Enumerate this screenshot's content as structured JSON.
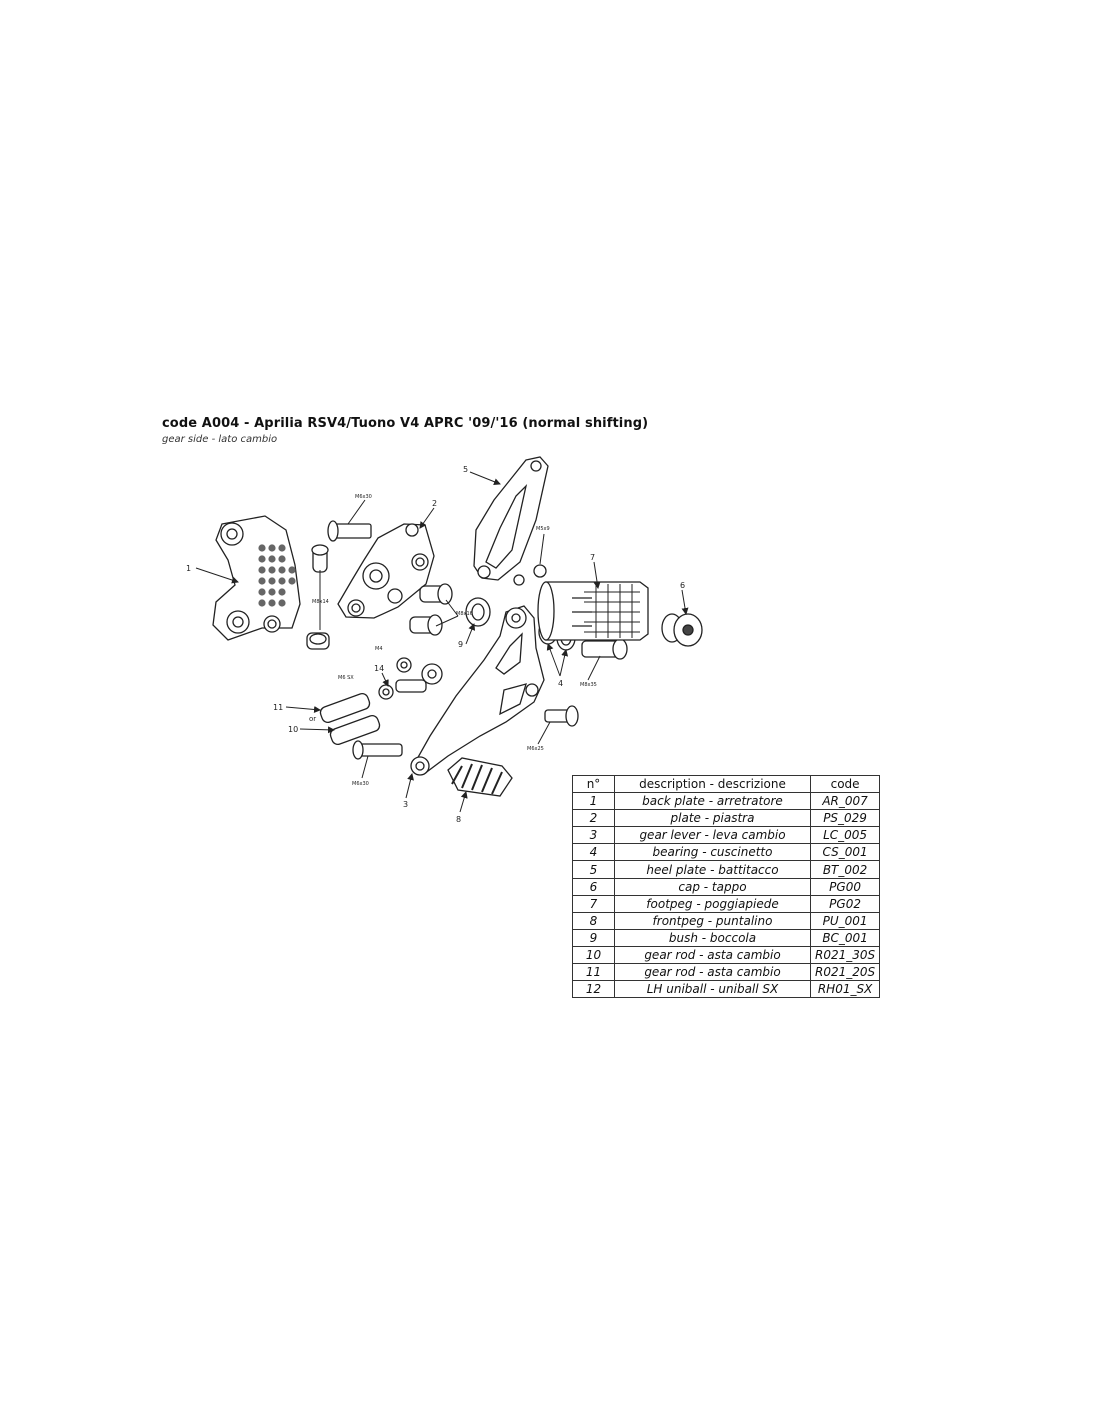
{
  "header": {
    "title": "code A004 - Aprilia RSV4/Tuono V4 APRC '09/'16 (normal shifting)",
    "subtitle": "gear side - lato cambio"
  },
  "callouts": {
    "n1": "1",
    "n2": "2",
    "n3": "3",
    "n4": "4",
    "n5": "5",
    "n6": "6",
    "n7": "7",
    "n8": "8",
    "n9": "9",
    "n10": "10",
    "n11": "11",
    "n14": "14",
    "or": "or",
    "m6x30_top": "M6x30",
    "m5x9": "M5x9",
    "m8x14": "M8x14",
    "m8x16": "M8x16",
    "m4": "M4",
    "m6sx": "M6 SX",
    "m8x35": "M8x35",
    "m6x25": "M6x25",
    "m6x30_bottom": "M6x30"
  },
  "parts_table": {
    "headers": [
      "n°",
      "description - descrizione",
      "code"
    ],
    "rows": [
      [
        "1",
        "back plate - arretratore",
        "AR_007"
      ],
      [
        "2",
        "plate - piastra",
        "PS_029"
      ],
      [
        "3",
        "gear lever - leva cambio",
        "LC_005"
      ],
      [
        "4",
        "bearing - cuscinetto",
        "CS_001"
      ],
      [
        "5",
        "heel plate - battitacco",
        "BT_002"
      ],
      [
        "6",
        "cap - tappo",
        "PG00"
      ],
      [
        "7",
        "footpeg - poggiapiede",
        "PG02"
      ],
      [
        "8",
        "frontpeg - puntalino",
        "PU_001"
      ],
      [
        "9",
        "bush - boccola",
        "BC_001"
      ],
      [
        "10",
        "gear rod - asta cambio",
        "R021_30S"
      ],
      [
        "11",
        "gear rod - asta cambio",
        "R021_20S"
      ],
      [
        "12",
        "LH uniball - uniball SX",
        "RH01_SX"
      ]
    ]
  }
}
